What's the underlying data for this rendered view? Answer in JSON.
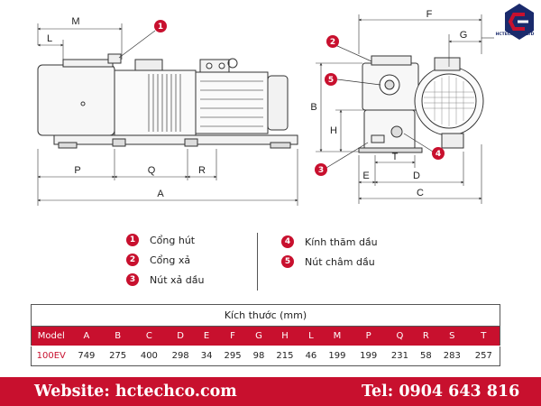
{
  "brand": {
    "logo_text": "HCTECH CO., LTD",
    "red": "#c8102e",
    "navy": "#1a2a6c"
  },
  "dimension_labels": {
    "A": "A",
    "B": "B",
    "C": "C",
    "D": "D",
    "E": "E",
    "F": "F",
    "G": "G",
    "H": "H",
    "L": "L",
    "M": "M",
    "P": "P",
    "Q": "Q",
    "R": "R",
    "T": "T"
  },
  "callouts": [
    "1",
    "2",
    "3",
    "4",
    "5"
  ],
  "legend": [
    {
      "num": "1",
      "label": "Cổng hút"
    },
    {
      "num": "2",
      "label": "Cổng xả"
    },
    {
      "num": "3",
      "label": "Nút xả dầu"
    },
    {
      "num": "4",
      "label": "Kính thăm dầu"
    },
    {
      "num": "5",
      "label": "Nút châm dầu"
    }
  ],
  "table": {
    "caption": "Kích thước (mm)",
    "headers": [
      "Model",
      "A",
      "B",
      "C",
      "D",
      "E",
      "F",
      "G",
      "H",
      "L",
      "M",
      "P",
      "Q",
      "R",
      "S",
      "T"
    ],
    "row": [
      "100EV",
      "749",
      "275",
      "400",
      "298",
      "34",
      "295",
      "98",
      "215",
      "46",
      "199",
      "199",
      "231",
      "58",
      "283",
      "257"
    ]
  },
  "footer": {
    "website": "Website: hctechco.com",
    "phone": "Tel: 0904 643 816"
  }
}
